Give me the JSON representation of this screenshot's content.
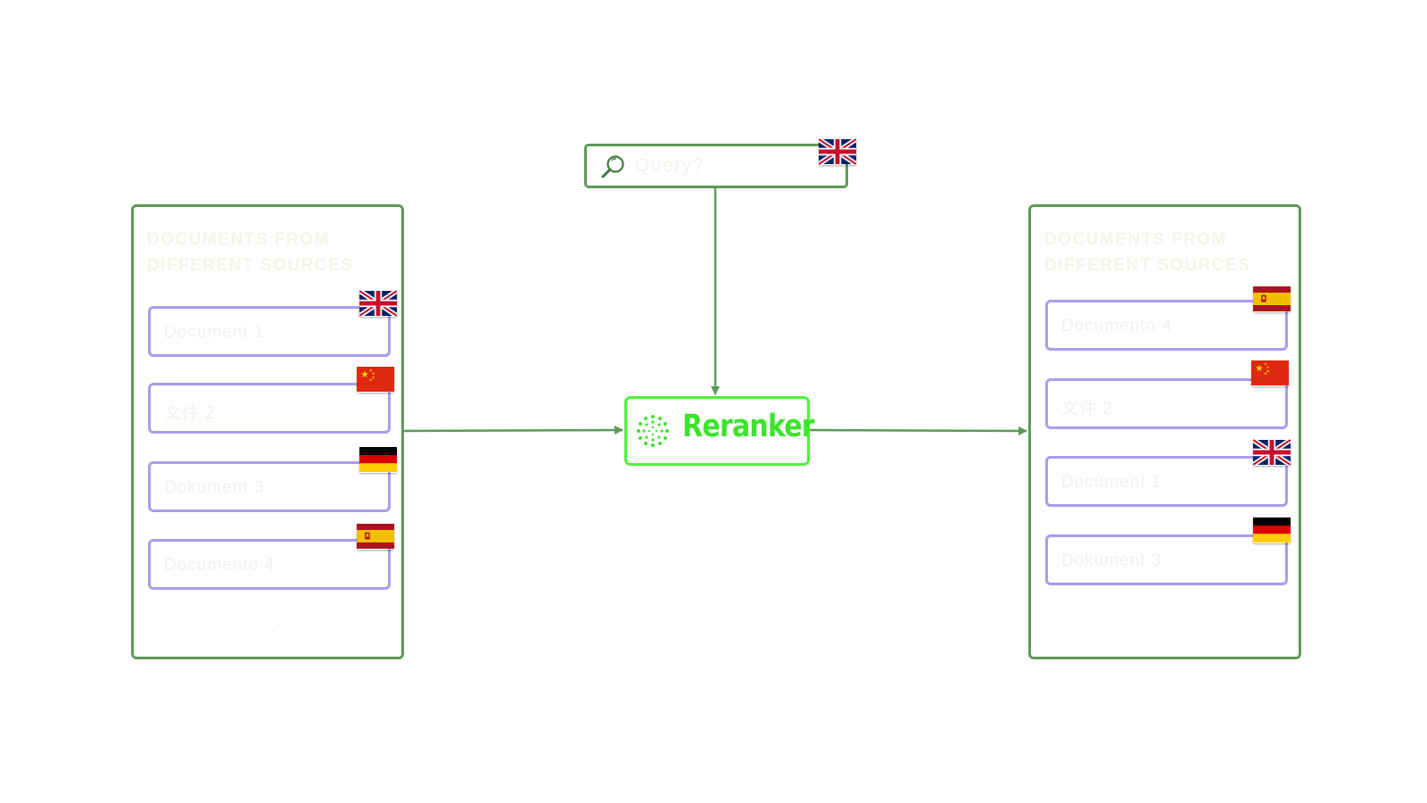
{
  "query": {
    "placeholder": "Query?",
    "icon": "search-icon",
    "flag": "uk"
  },
  "reranker": {
    "label": "Reranker",
    "icon": "reranker-logo-icon",
    "color": "#3ce52c"
  },
  "input_panel": {
    "title": "DOCUMENTS FROM DIFFERENT SOURCES",
    "ellipsis": "...",
    "documents": [
      {
        "label": "Document 1",
        "flag": "uk"
      },
      {
        "label": "文件 2",
        "flag": "china"
      },
      {
        "label": "Dokument 3",
        "flag": "germany"
      },
      {
        "label": "Documento 4",
        "flag": "spain"
      }
    ]
  },
  "output_panel": {
    "title": "DOCUMENTS FROM DIFFERENT SOURCES",
    "ellipsis": "...",
    "documents": [
      {
        "label": "Documento 4",
        "flag": "spain"
      },
      {
        "label": "文件 2",
        "flag": "china"
      },
      {
        "label": "Document 1",
        "flag": "uk"
      },
      {
        "label": "Dokument 3",
        "flag": "germany"
      }
    ]
  },
  "colors": {
    "panel_border": "#5c9a57",
    "document_border": "#a99cf0",
    "arrow": "#5c9a57",
    "reranker_border": "#4cf53a"
  }
}
